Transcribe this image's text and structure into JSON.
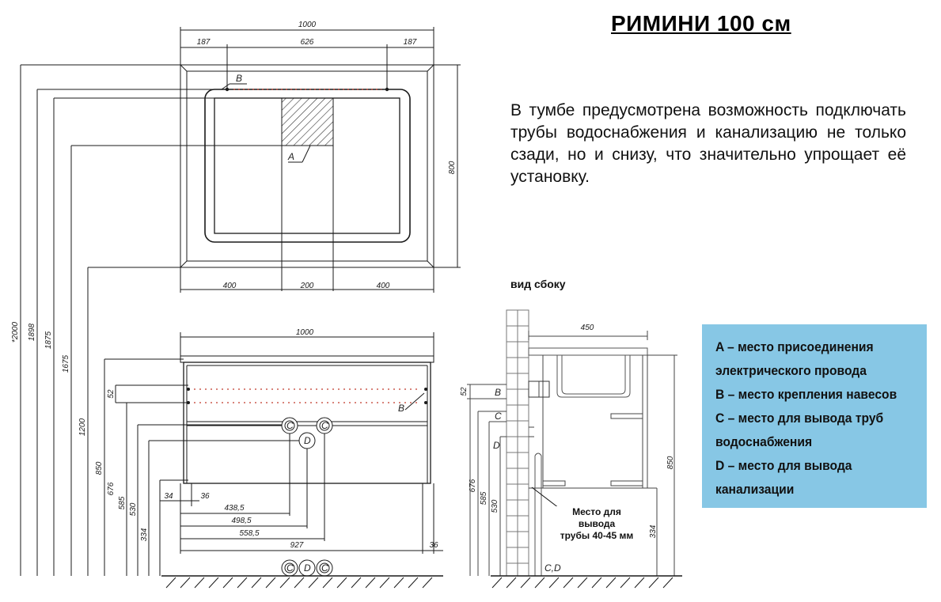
{
  "title": "РИМИНИ 100 см",
  "description": "В тумбе предусмотрена возможность подключать трубы водоснабжения и канализацию не только сзади, но и снизу, что значительно упрощает её установку.",
  "side_view_title": "вид сбоку",
  "pipe_note": [
    "Место для",
    "вывода",
    "трубы 40-45 мм"
  ],
  "legend": [
    "A – место присоединения",
    "электрического провода",
    "B – место крепления навесов",
    "C – место для вывода труб",
    "водоснабжения",
    "D – место для вывода",
    "канализации"
  ],
  "colors": {
    "legend_bg": "#87c7e5",
    "lines": "#1a1a1a",
    "dots": "#c0392b"
  },
  "mirror": {
    "width": "1000",
    "top_dims": [
      "187",
      "626",
      "187"
    ],
    "height": "800",
    "bottom_dims": [
      "400",
      "200",
      "400"
    ],
    "labels": {
      "a": "A",
      "b": "B"
    }
  },
  "cabinet": {
    "width": "1000",
    "left_dims": [
      "*2000",
      "1898",
      "1875",
      "1675",
      "1200",
      "850",
      "676",
      "585",
      "530",
      "334"
    ],
    "small_dim": "52",
    "bottom_dims": [
      "34",
      "36",
      "438,5",
      "498,5",
      "558,5",
      "927",
      "36"
    ],
    "labels": {
      "c": "C",
      "d": "D",
      "b": "B"
    }
  },
  "side_view": {
    "depth": "450",
    "left_dims": [
      "52",
      "676",
      "585",
      "530"
    ],
    "right_dims": [
      "850",
      "334"
    ],
    "letters": [
      "B",
      "C",
      "D",
      "C,D"
    ]
  }
}
